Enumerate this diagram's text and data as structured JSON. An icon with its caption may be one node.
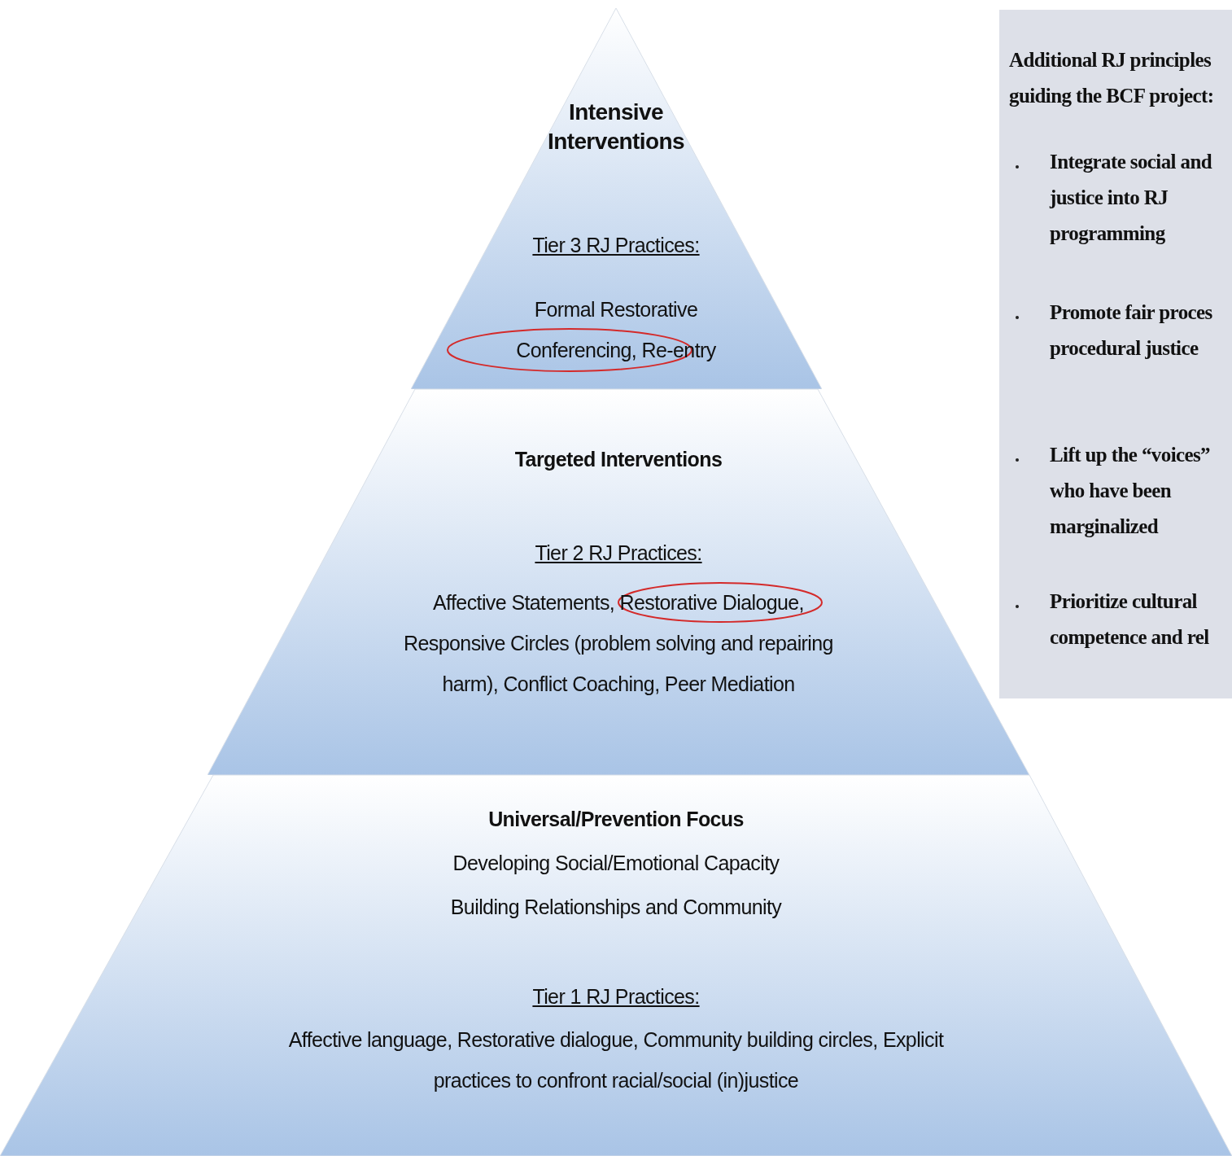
{
  "diagram": {
    "nodes": [
      {
        "text": [
          "Intensive Interventions",
          "Tier 3 RJ Practices:",
          "Formal Restorative Conferencing, Re-entry"
        ]
      },
      {
        "text": [
          "Targeted Interventions",
          "Tier 2 RJ Practices:",
          "Affective Statements, Restorative Dialogue, Responsive Circles (problem solving and repairing harm), Conflict Coaching, Peer Mediation"
        ]
      },
      {
        "text": [
          "Universal/Prevention Focus",
          "Developing Social/Emotional Capacity",
          "Building Relationships and Community",
          "Tier 1 RJ Practices:",
          "Affective language, Restorative dialogue, Community building circles, Explicit practices to confront racial/social (in)justice"
        ]
      },
      {
        "text": [
          "Additional RJ principles guiding the BCF project:",
          "Integrate social and justice into RJ programming",
          "Promote fair proces procedural justice",
          "Lift up the “voices” who have been marginalized",
          "Prioritize cultural competence and rel"
        ]
      }
    ],
    "edges": []
  }
}
